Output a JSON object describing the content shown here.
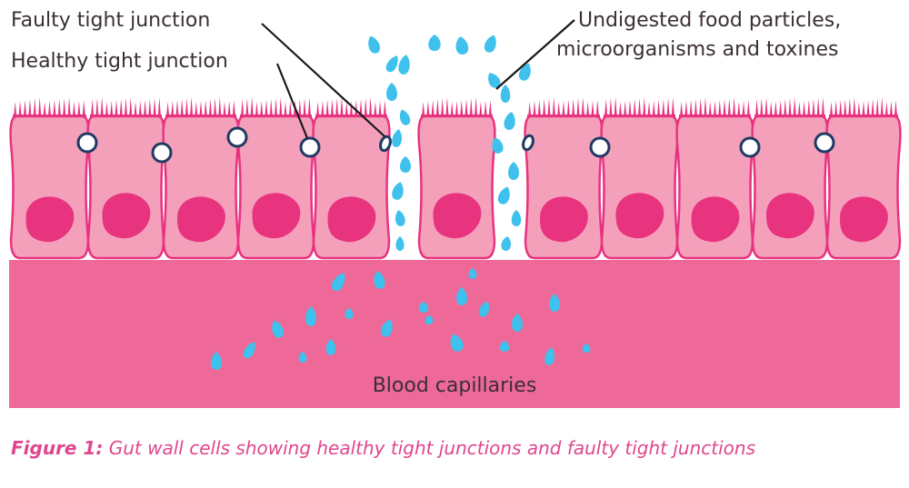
{
  "labels": {
    "faulty_tight_junction": "Faulty tight junction",
    "healthy_tight_junction": "Healthy tight junction",
    "particles_line1": "Undigested food particles,",
    "particles_line2": "microorganisms and toxines",
    "blood_capillaries": "Blood capillaries"
  },
  "caption": {
    "prefix": "Figure 1:",
    "text": " Gut wall cells showing healthy tight junctions and faulty tight junctions"
  },
  "colors": {
    "cell_fill": "#f5a0bb",
    "cell_outline": "#e8337f",
    "nucleus": "#e8337f",
    "blood_vessel": "#ee6898",
    "particles": "#3ec1ec",
    "junction_outline": "#1f3a63",
    "caption": "#e0468e"
  }
}
